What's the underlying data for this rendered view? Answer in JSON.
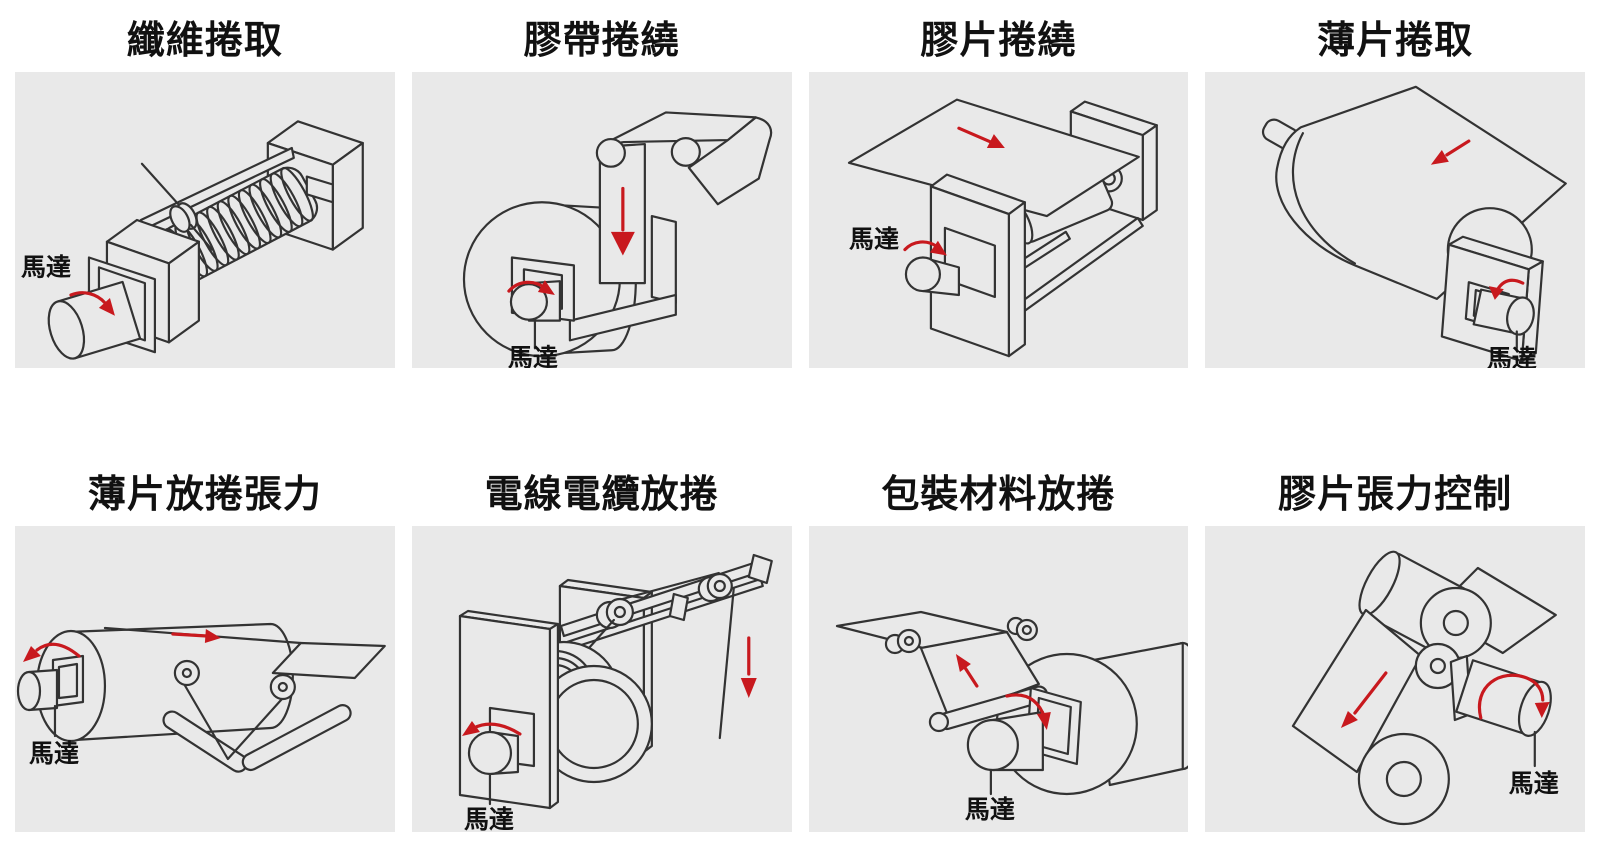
{
  "colors": {
    "page_bg": "#ffffff",
    "panel_bg": "#e9e9e9",
    "line": "#333333",
    "accent_red": "#c8191e",
    "title_text": "#111111"
  },
  "panels": [
    {
      "title": "纖維捲取",
      "motor_label": "馬達"
    },
    {
      "title": "膠帶捲繞",
      "motor_label": "馬達"
    },
    {
      "title": "膠片捲繞",
      "motor_label": "馬達"
    },
    {
      "title": "薄片捲取",
      "motor_label": "馬達"
    },
    {
      "title": "薄片放捲張力",
      "motor_label": "馬達"
    },
    {
      "title": "電線電纜放捲",
      "motor_label": "馬達"
    },
    {
      "title": "包裝材料放捲",
      "motor_label": "馬達"
    },
    {
      "title": "膠片張力控制",
      "motor_label": "馬達"
    }
  ]
}
